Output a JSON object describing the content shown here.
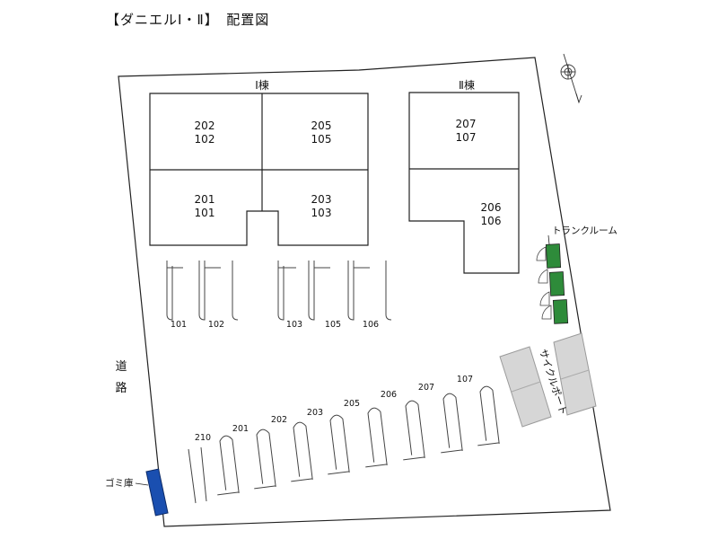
{
  "title": "【ダニエルⅠ・Ⅱ】　配置図",
  "road_label": "道路",
  "buildings": [
    {
      "name": "Ⅰ棟",
      "units": [
        {
          "upper": "202",
          "lower": "102"
        },
        {
          "upper": "205",
          "lower": "105"
        },
        {
          "upper": "201",
          "lower": "101"
        },
        {
          "upper": "203",
          "lower": "103"
        }
      ]
    },
    {
      "name": "Ⅱ棟",
      "units": [
        {
          "upper": "207",
          "lower": "107"
        },
        {
          "upper": "206",
          "lower": "106"
        }
      ]
    }
  ],
  "trunk_room_label": "トランクルーム",
  "cycle_port_label": "サイクルポート",
  "garbage_label": "ゴミ庫",
  "parking_upper": [
    "101",
    "102",
    "103",
    "105",
    "106"
  ],
  "parking_lower": [
    "210",
    "201",
    "202",
    "203",
    "205",
    "206",
    "207",
    "107"
  ],
  "colors": {
    "trunk_room": "#2e8b3a",
    "garbage": "#1a4fb0",
    "cycle_port": "#d6d6d6"
  }
}
